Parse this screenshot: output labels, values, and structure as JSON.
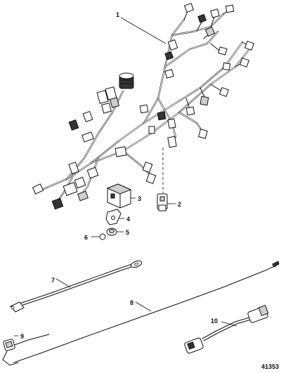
{
  "diagram": {
    "callouts": {
      "c1": "1",
      "c2": "2",
      "c3": "3",
      "c4": "4",
      "c5": "5",
      "c6": "6",
      "c7": "7",
      "c8": "8",
      "c9": "9",
      "c10": "10"
    },
    "figure_number": "41353"
  }
}
